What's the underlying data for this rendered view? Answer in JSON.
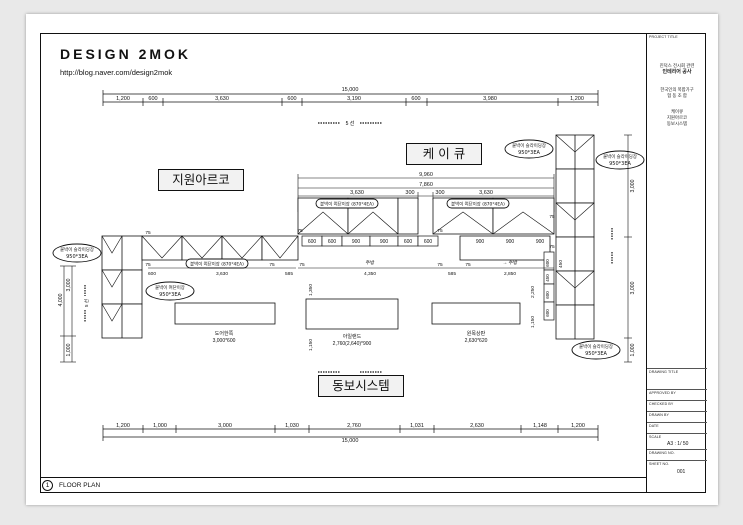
{
  "brand": {
    "title": "DESIGN 2MOK",
    "url": "http://blog.naver.com/design2mok"
  },
  "footer": {
    "number": "1",
    "label": "FLOOR PLAN"
  },
  "title_block": {
    "project_title_label": "PROJECT TITLE",
    "project_lines": [
      "진덕스 전시회 관련",
      "인테리어 공사"
    ],
    "client_lines": [
      "한국인의 복합가구",
      "협 동 조 합"
    ],
    "exhibitor_lines": [
      "케이큐",
      "지원아르코",
      "동보시스템"
    ],
    "drawing_title_label": "DRAWING TITLE",
    "approved_label": "APPROVED BY",
    "checked_label": "CHECKED BY",
    "drawn_label": "DRAWN BY",
    "date_label": "DATE",
    "scale_label": "SCALE",
    "scale_value": "A3 : 1/ 50",
    "drawing_no_label": "DRAWING NO.",
    "sheet_no_label": "SHEET NO.",
    "sheet_no_value": "001"
  },
  "booths": {
    "kq": "케 이 큐",
    "jiwon": "지원아르코",
    "dongbo": "동보시스템"
  },
  "dims_top": {
    "total": "15,000",
    "segments": [
      "1,200",
      "600",
      "3,630",
      "600",
      "3,190",
      "600",
      "3,980",
      "1,200"
    ],
    "mid_9960": "9,960",
    "mid_7860": "7,860",
    "mid_3630a": "3,630",
    "mid_300a": "300",
    "mid_300b": "300",
    "mid_3630b": "3,630"
  },
  "dims_bottom": {
    "total": "15,000",
    "segments": [
      "1,200",
      "1,000",
      "3,000",
      "1,030",
      "2,760",
      "1,031",
      "2,630",
      "1,148",
      "1,200"
    ]
  },
  "dims_left": {
    "upper": "3,000",
    "lower_total": "4,000",
    "lower": "1,000"
  },
  "dims_right": {
    "upper": "3,000",
    "mid": "3,000",
    "lower": "1,000"
  },
  "counters": {
    "row_600_left": [
      "600",
      "600",
      "900",
      "900",
      "600",
      "600"
    ],
    "row_900_right": [
      "900",
      "900",
      "900"
    ],
    "side_600": [
      "600",
      "450",
      "600",
      "600"
    ],
    "small_75": [
      "75",
      "75",
      "75",
      "75",
      "75",
      "75",
      "75",
      "75",
      "75",
      "75"
    ],
    "d_585a": "585",
    "d_585b": "585",
    "d_4350": "4,350",
    "d_2850": "2,850",
    "d_3630c": "3,630",
    "d_1350": "1,350",
    "d_1150": "1,150",
    "d_2250": "2,250",
    "d_600": "600",
    "d_450": "450",
    "d_1150b": "1,150"
  },
  "aisle_labels": {
    "corridor": "주방",
    "corridor2": "→ 주방"
  },
  "tags": {
    "t1": [
      "붙박이 슬라이딩장",
      "950*3EA"
    ],
    "t2": [
      "붙박이 슬라이딩장",
      "950*3EA"
    ],
    "t3": [
      "붙박이 슬라이딩장",
      "950*3EA"
    ],
    "t4": [
      "붙박이 여닫이장",
      "950*3EA"
    ],
    "t5": [
      "붙박이 슬라이딩장",
      "950*3EA"
    ],
    "pill1": "붙박이 여닫이장 (870*4EA)",
    "pill2": "붙박이 여닫이장 (870*4EA)",
    "pill3": "붙박이 여닫이장 (870*4EA)"
  },
  "tables": {
    "t1": [
      "도어한쪽",
      "3,000*600"
    ],
    "t2": [
      "아일랜드",
      "2,760(2,640)*900"
    ],
    "t3": [
      "원목상판",
      "2,630*620"
    ]
  },
  "axis": {
    "label_top": "5 선",
    "label_left": "5 선"
  }
}
